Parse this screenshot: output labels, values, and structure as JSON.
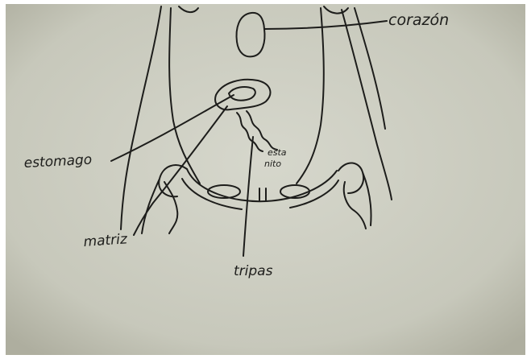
{
  "paper_color": "#cfcfc3",
  "ink_color": "#1d1d1b",
  "labels": {
    "heart": "corazón",
    "stomach": "estomago",
    "uterus": "matriz",
    "tubes": "tripas",
    "organ_line1": "esta",
    "organ_line2": "nito"
  }
}
